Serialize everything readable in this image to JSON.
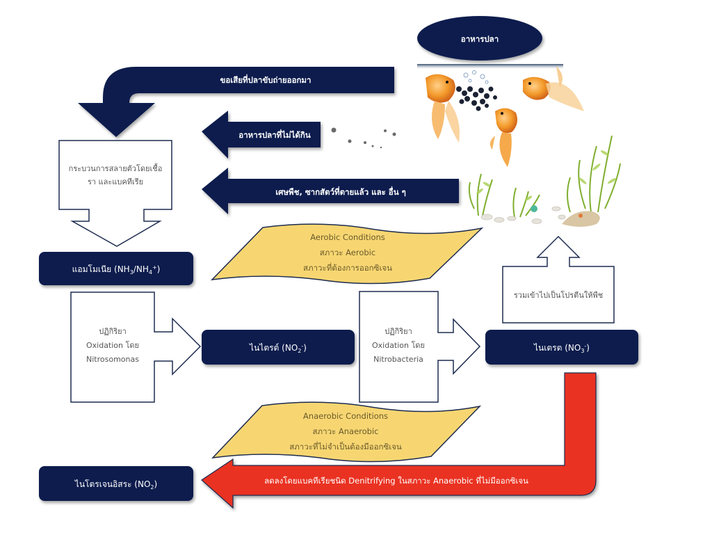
{
  "colors": {
    "navy": "#0a1f4d",
    "ribbon_yellow": "#f7d672",
    "red_arrow": "#ea3323",
    "outline": "#1d2b4f"
  },
  "nodes": {
    "fish_food": "อาหารปลา",
    "decomposition": [
      "กระบวนการสลายตัวโดยเชื้อ",
      "รา และแบคทีเรีย"
    ],
    "ammonia": {
      "label": "แอมโมเนีย (NH",
      "sub1": "3",
      "mid": "/NH",
      "sub2": "4",
      "sup": "+",
      "end": ")"
    },
    "nitrite": {
      "label": "ไนไตรต์ (NO",
      "sub": "2",
      "sup": "-",
      "end": ")"
    },
    "nitrate": {
      "label": "ไนเตรต (NO",
      "sub": "3",
      "sup": "-",
      "end": ")"
    },
    "nitrogen_gas": {
      "label": "ไนโตรเจนอิสระ (NO",
      "sub": "2",
      "end": ")"
    },
    "plant_protein": "รวมเข้าไปเป็นโปรตีนให้พืช"
  },
  "arrows": {
    "fish_waste": "ขอเสียที่ปลาขับถ่ายออกมา",
    "uneaten_food": "อาหารปลาที่ไม่ได้กิน",
    "debris": "เศษพืช, ซากสัตว์ที่ตายแล้ว และ อื่น ๆ",
    "denitrify": "ลดลงโดยแบคทีเรียชนิด Denitrifying ในสภาวะ Anaerobic ที่ไม่มีออกซิเจน"
  },
  "reactions": {
    "nitrosomonas": [
      "ปฏิกิริยา",
      "Oxidation โดย",
      "Nitrosomonas"
    ],
    "nitrobacteria": [
      "ปฏิกิริยา",
      "Oxidation โดย",
      "Nitrobacteria"
    ]
  },
  "conditions": {
    "aerobic": [
      "Aerobic Conditions",
      "สภาวะ Aerobic",
      "สภาวะที่ต้องการออกซิเจน"
    ],
    "anaerobic": [
      "Anaerobic Conditions",
      "สภาวะ Anaerobic",
      "สภาวะที่ไม่จำเป็นต้องมีออกซิเจน"
    ]
  },
  "illustration": {
    "subject": "goldfish eating pellets and aquarium plants",
    "icons": [
      "goldfish-icon",
      "food-pellets-icon",
      "aquatic-plant-icon",
      "pebble-icon"
    ]
  }
}
